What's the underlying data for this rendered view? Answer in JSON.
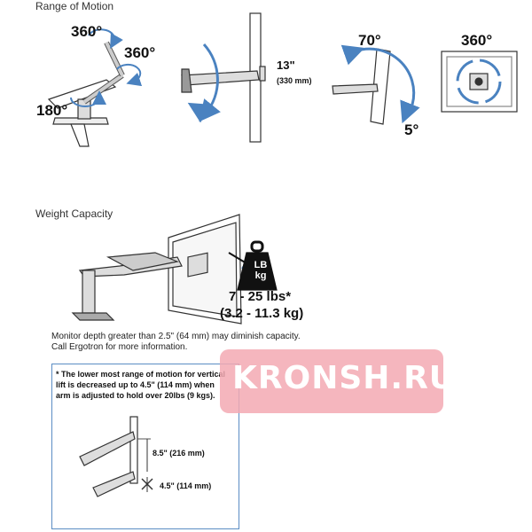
{
  "range_of_motion": {
    "title": "Range of Motion",
    "rot_a": "360°",
    "rot_b": "360°",
    "rot_c": "180°",
    "lift": "13\"",
    "lift_metric": "(330 mm)",
    "tilt_up": "70°",
    "tilt_down": "5°",
    "rotate": "360°"
  },
  "weight_capacity": {
    "title": "Weight Capacity",
    "weight_icon_top": "LB",
    "weight_icon_bottom": "kg",
    "range_imperial": "7 - 25 lbs*",
    "range_metric": "(3.2 - 11.3 kg)",
    "note_line1": "Monitor depth greater than 2.5\" (64 mm) may diminish capacity.",
    "note_line2": "Call Ergotron for more information."
  },
  "lift_warning": {
    "line1": "* The lower most range of motion for vertical",
    "line2": "lift is decreased up to 4.5\" (114 mm)  when",
    "line3": "arm is adjusted to hold over 20lbs (9 kgs).",
    "dim_a": "8.5\" (216 mm)",
    "dim_b": "4.5\" (114 mm)"
  },
  "watermark": "KRONSH.RU"
}
